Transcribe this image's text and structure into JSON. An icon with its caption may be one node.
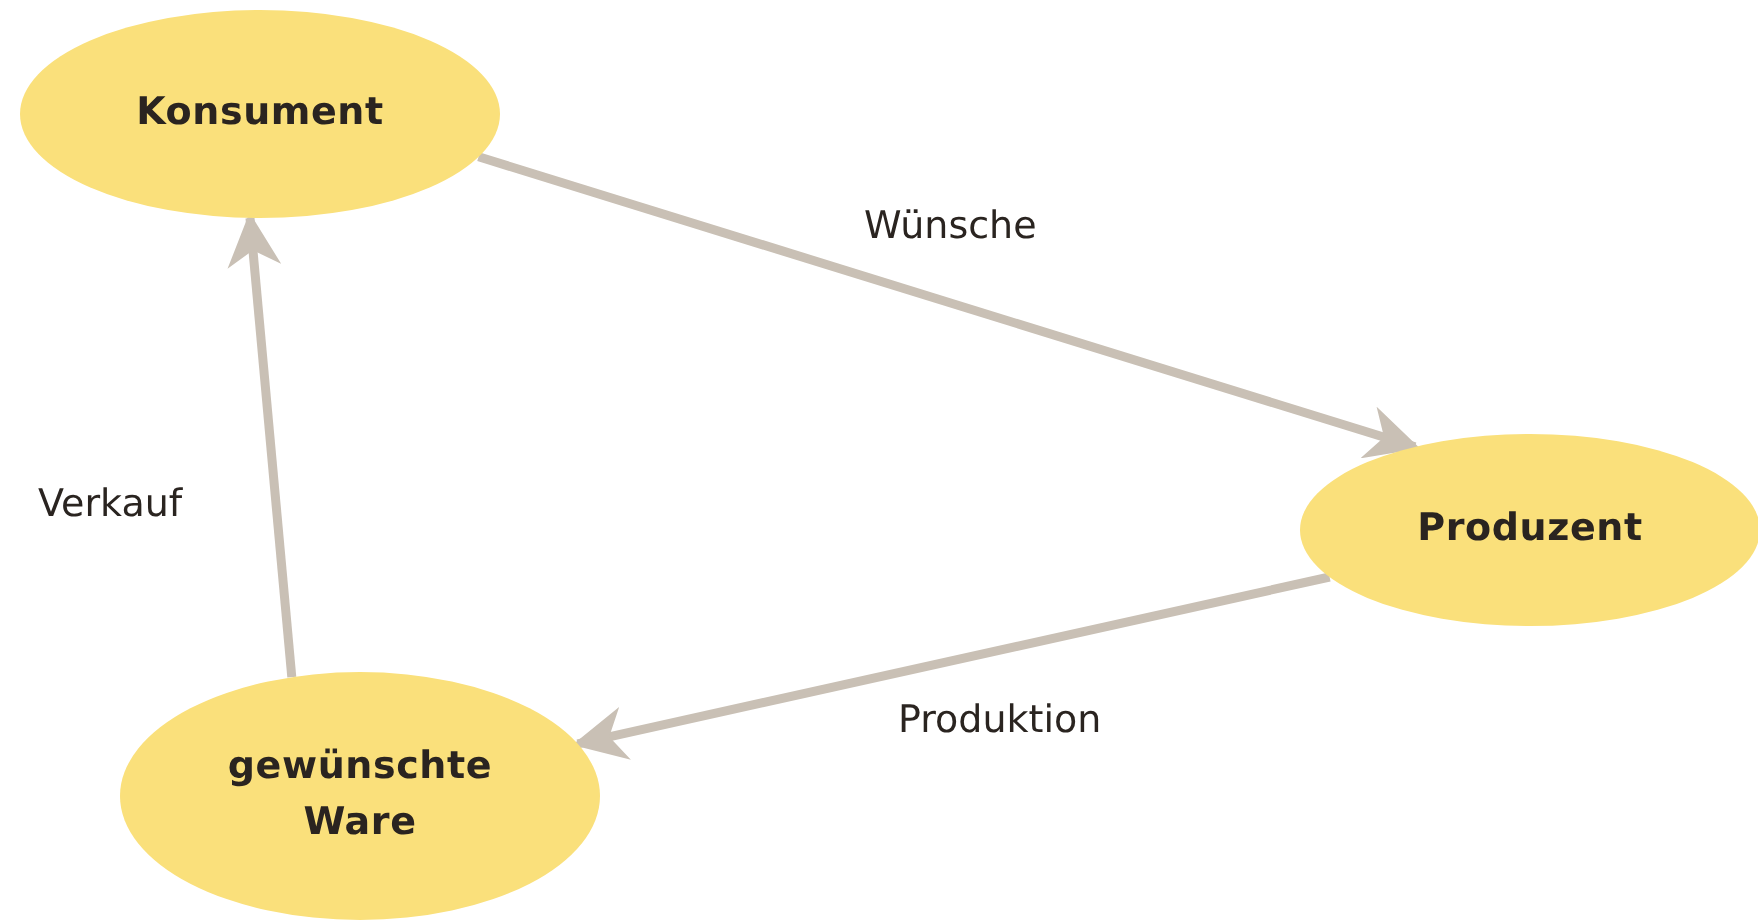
{
  "diagram": {
    "nodes": [
      {
        "text": [
          "Konsument"
        ]
      },
      {
        "text": [
          "Produzent"
        ]
      },
      {
        "text": [
          "gewünschte Ware"
        ]
      }
    ],
    "edges": [
      {
        "from": 0,
        "to": 1,
        "arrow": "to",
        "label": "Wünsche"
      },
      {
        "from": 1,
        "to": 2,
        "arrow": "to",
        "label": "Produktion"
      },
      {
        "from": 2,
        "to": 0,
        "arrow": "to",
        "label": "Verkauf"
      }
    ]
  }
}
